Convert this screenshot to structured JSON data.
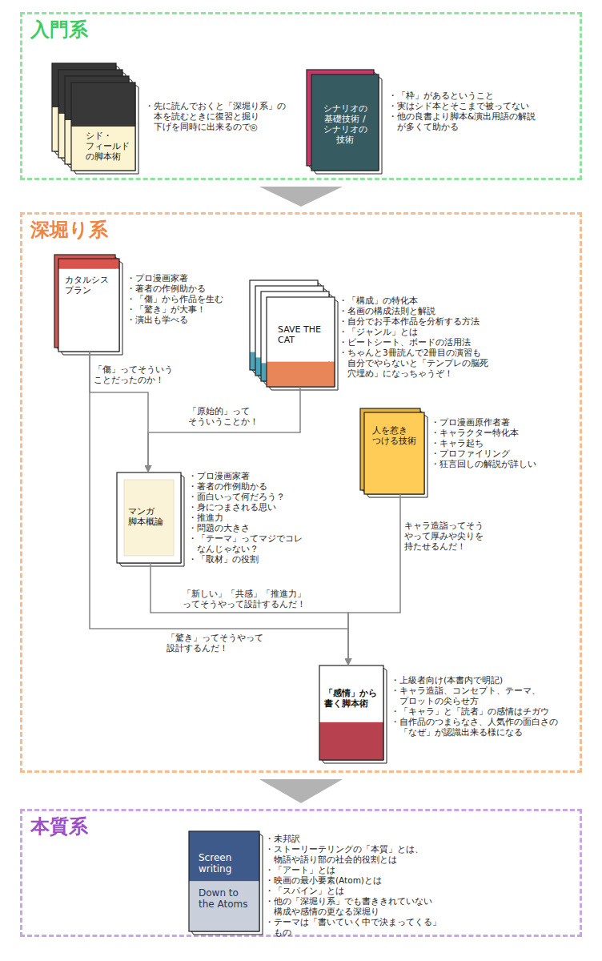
{
  "diagram": {
    "nodes": [
      {
        "text": [
          "入門系"
        ]
      },
      {
        "text": [
          "シド・ フィールド の脚本術",
          "・先に読んでおくと「深堀り系」の 本を読むときに復習と掘り 下げを同時に出来るので◎"
        ],
        "in": 0
      },
      {
        "text": [
          "シナリオの 基礎技術 / シナリオの 技術",
          "・「枠」があるということ",
          "・実はシド本とそこまで被ってない",
          "・他の良書より脚本&演出用語の解説 が多くて助かる"
        ],
        "in": 0
      },
      {
        "text": [
          "深堀り系"
        ]
      },
      {
        "text": [
          "カタルシス プラン",
          "・プロ漫画家著",
          "・著者の作例助かる",
          "・「傷」から作品を生む",
          "・「驚き」が大事！",
          "・演出も学べる"
        ],
        "in": 3
      },
      {
        "text": [
          "SAVE THE CAT",
          "・「構成」の特化本",
          "・名画の構成法則と解説",
          "・自分でお手本作品を分析する方法",
          "・「ジャンル」とは",
          "・ビートシート、ボードの活用法",
          "・ちゃんと3冊読んで2冊目の演習も 自分でやらないと「テンプレの脳死 穴埋め」になっちゃうぞ！"
        ],
        "in": 3
      },
      {
        "text": [
          "人を惹き つける技術",
          "・プロ漫画原作者著",
          "・キャラクター特化本",
          "・キャラ起ち",
          "・プロファイリング",
          "・狂言回しの解説が詳しい"
        ],
        "in": 3
      },
      {
        "text": [
          "マンガ 脚本概論",
          "・プロ漫画家著",
          "・著者の作例助かる",
          "・面白いって何だろう？",
          "・身につまされる思い",
          "・推進力",
          "・問題の大きさ",
          "・「テーマ」ってマジでコレ なんじゃない？",
          "・「取材」の役割"
        ],
        "in": 3
      },
      {
        "text": [
          "「感情」から 書く脚本術",
          "・上級者向け(本書内で明記)",
          "・キャラ造詣、コンセプト、テーマ、 プロットの尖らせ方",
          "・「キャラ」と「読者」の感情はチガウ",
          "・自作品のつまらなさ、人気作の面白さの 「なぜ」が認識出来る様になる"
        ],
        "in": 3
      },
      {
        "text": [
          "本質系"
        ]
      },
      {
        "text": [
          "Screen writing",
          "Down to the Atoms",
          "・未邦訳",
          "・ストーリーテリングの「本質」とは、 物語や語り部の社会的役割とは",
          "・「アート」とは",
          "・映画の最小要素(Atom)とは",
          "・「スパイン」とは",
          "・他の「深堀り系」でも書ききれていない 構成や感情の更なる深堀り",
          "・テーマは「書いていく中で決まってくる」もの"
        ],
        "in": 9
      }
    ],
    "edges": [
      {
        "from": 0,
        "to": 3,
        "arrow": "to"
      },
      {
        "from": 3,
        "to": 9,
        "arrow": "to"
      },
      {
        "from": 4,
        "to": 7,
        "arrow": "to",
        "label": "「傷」ってそういう ことだったのか！"
      },
      {
        "from": 5,
        "to": 7,
        "arrow": "to",
        "label": "「原始的」って そういうことか！"
      },
      {
        "from": 7,
        "to": 8,
        "arrow": "to",
        "label": "「新しい」「共感」「推進力」 ってそうやって設計するんだ！"
      },
      {
        "from": 6,
        "to": 8,
        "arrow": "to",
        "label": "キャラ造詣ってそう やって厚みや尖りを 持たせるんだ！"
      },
      {
        "from": 4,
        "to": 8,
        "arrow": "to",
        "label": "「驚き」ってそうやって 設計するんだ！"
      }
    ]
  }
}
